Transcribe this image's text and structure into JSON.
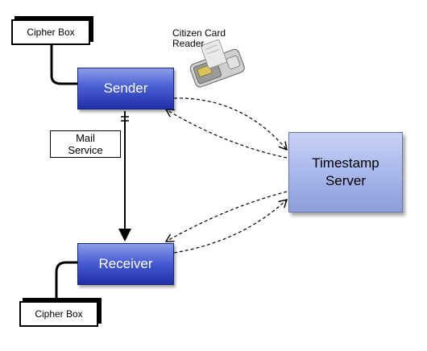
{
  "nodes": {
    "cipher_box_top": "Cipher Box",
    "sender": "Sender",
    "receiver": "Receiver",
    "cipher_box_bottom": "Cipher Box",
    "timestamp_server_line1": "Timestamp",
    "timestamp_server_line2": "Server"
  },
  "labels": {
    "citizen_card_line1": "Citizen Card",
    "citizen_card_line2": "Reader",
    "mail_line1": "Mail",
    "mail_line2": "Service"
  },
  "icons": {
    "card_reader": "citizen-card-reader-icon"
  },
  "colors": {
    "sender_receiver_fill": "#3b4fcf",
    "timestamp_fill": "#a9b8ec"
  }
}
